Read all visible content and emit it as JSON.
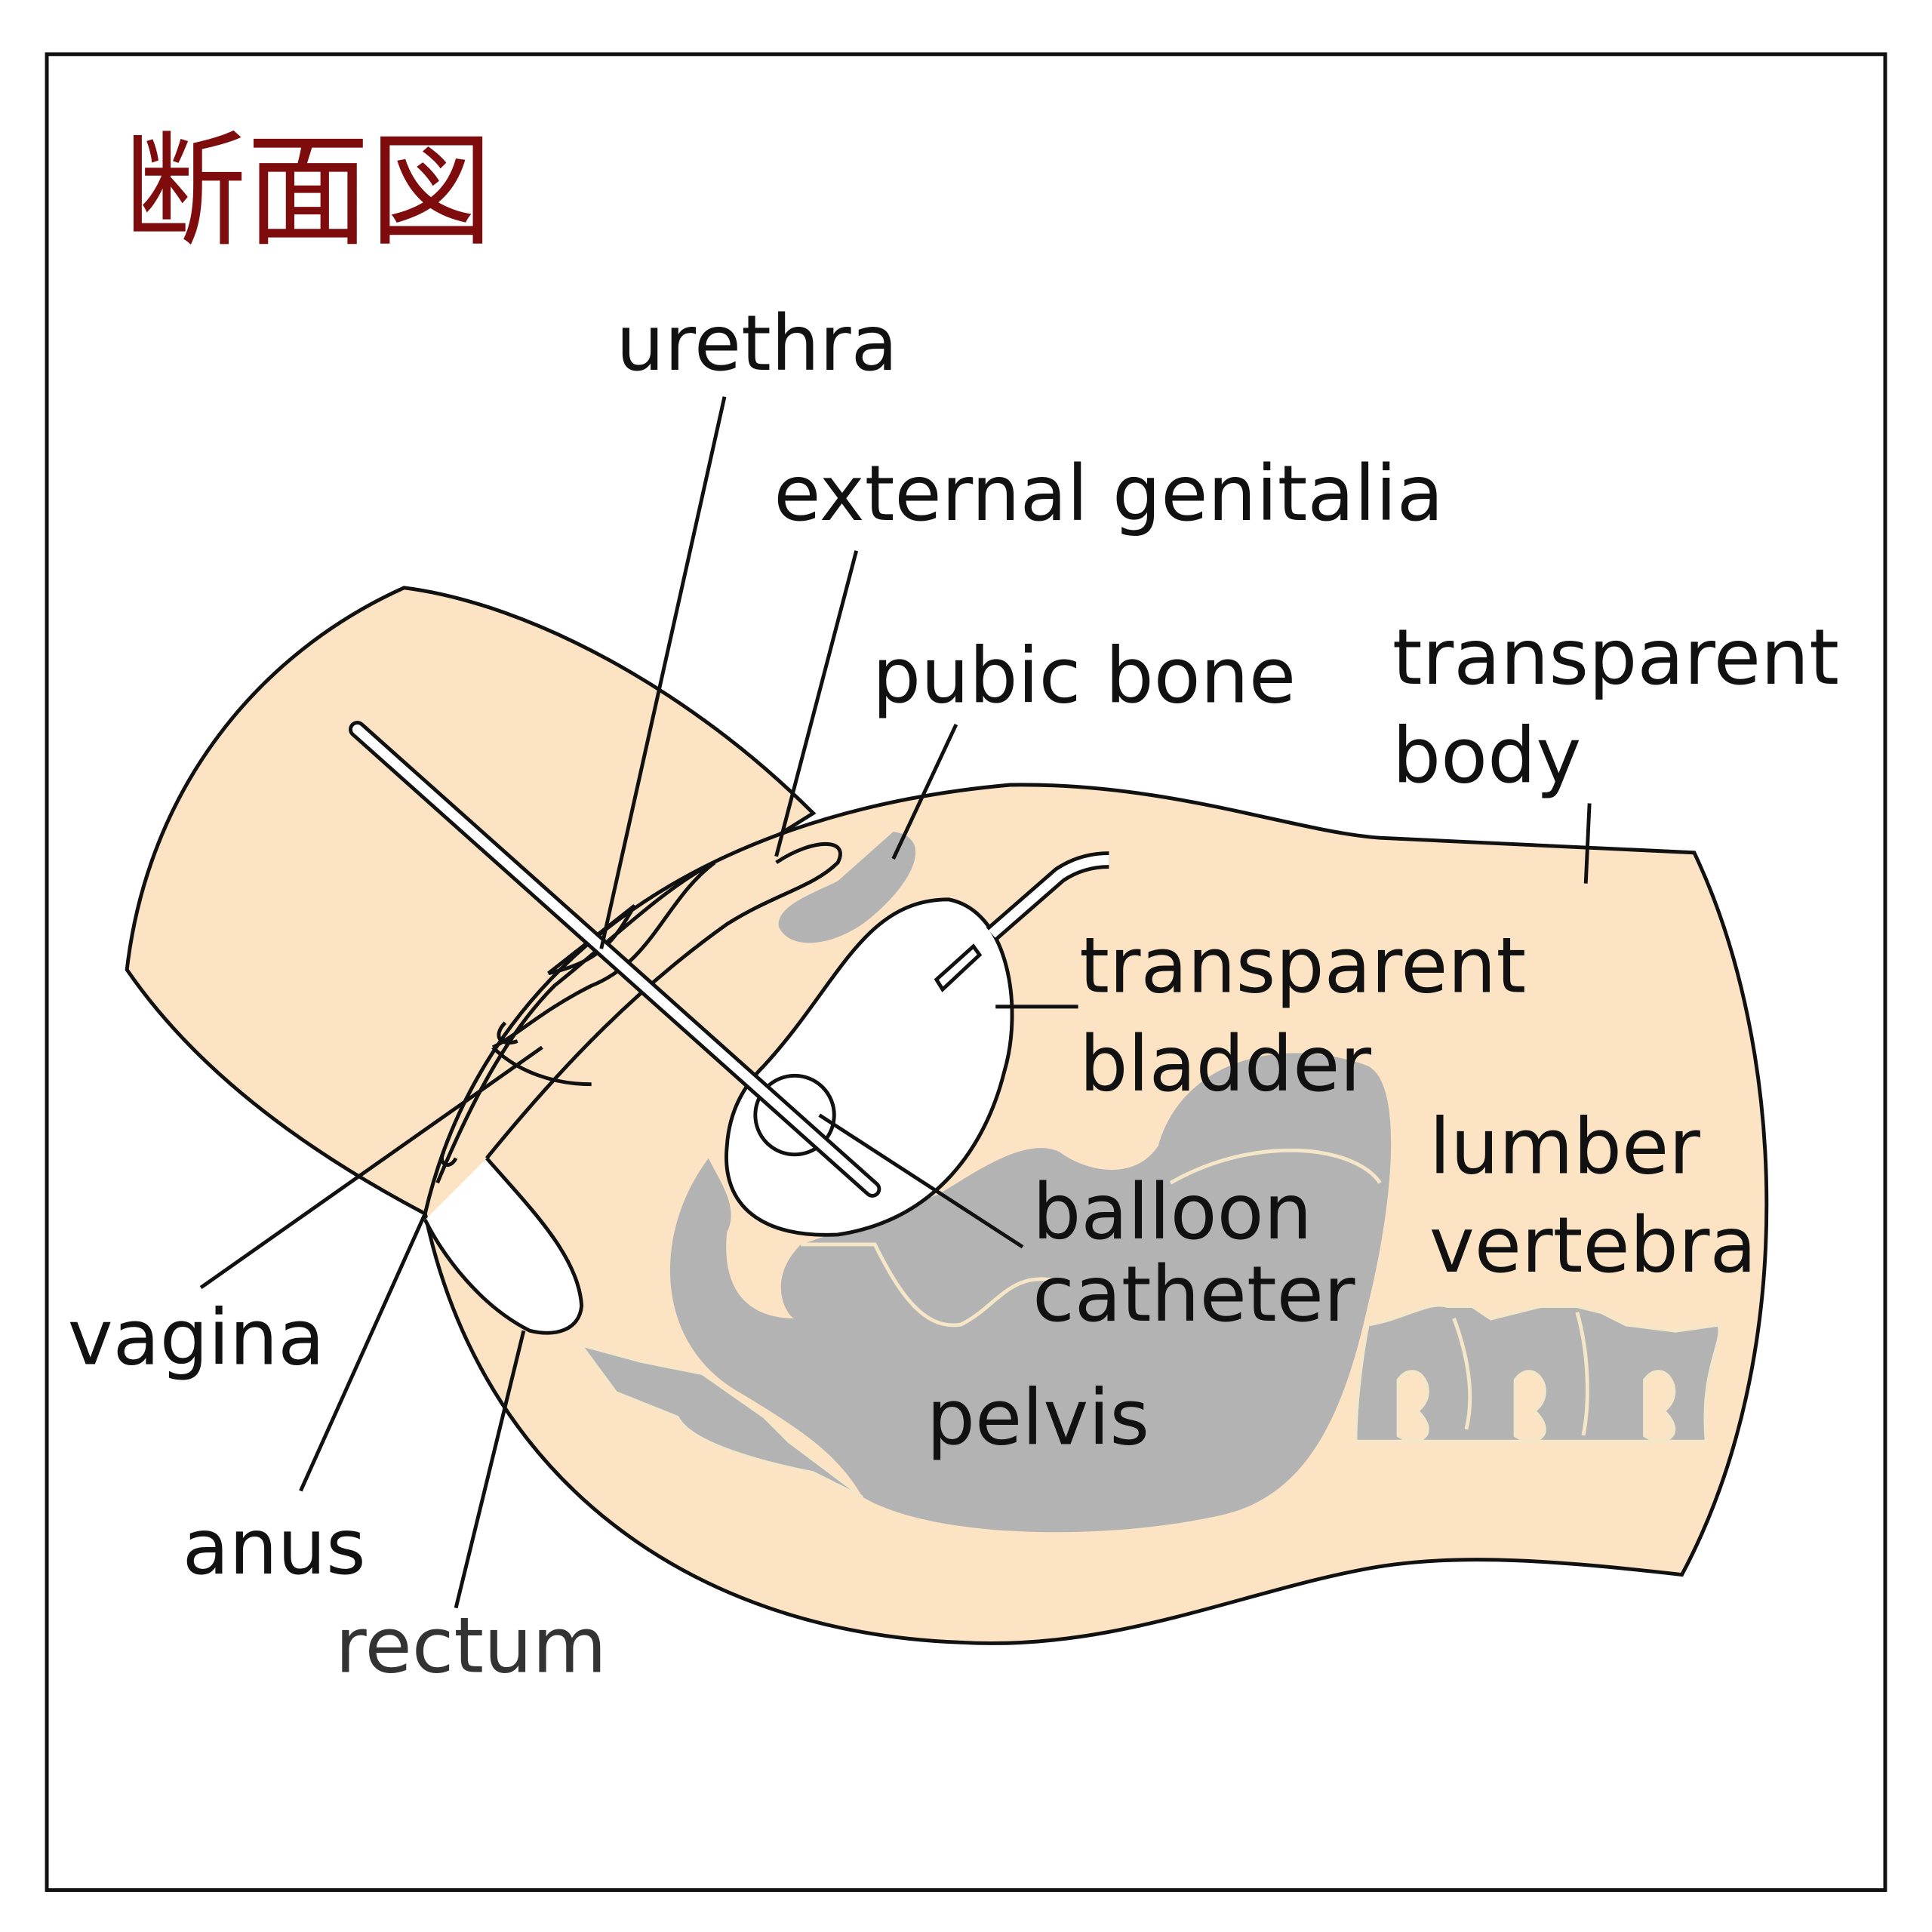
{
  "title": "断面図",
  "labels": {
    "urethra": "urethra",
    "external_genitalia": "external genitalia",
    "pubic_bone": "pubic bone",
    "transparent_body_1": "transparent",
    "transparent_body_2": "body",
    "transparent_bladder_1": "transparent",
    "transparent_bladder_2": "bladder",
    "balloon_catheter_1": "balloon",
    "balloon_catheter_2": "catheter",
    "lumber_vertebra_1": "lumber",
    "lumber_vertebra_2": "vertebra",
    "pelvis": "pelvis",
    "vagina": "vagina",
    "anus": "anus",
    "rectum": "rectum"
  },
  "colors": {
    "skin": "#fbe3c4",
    "bone": "#b3b3b3",
    "title": "#7f0c0c"
  }
}
